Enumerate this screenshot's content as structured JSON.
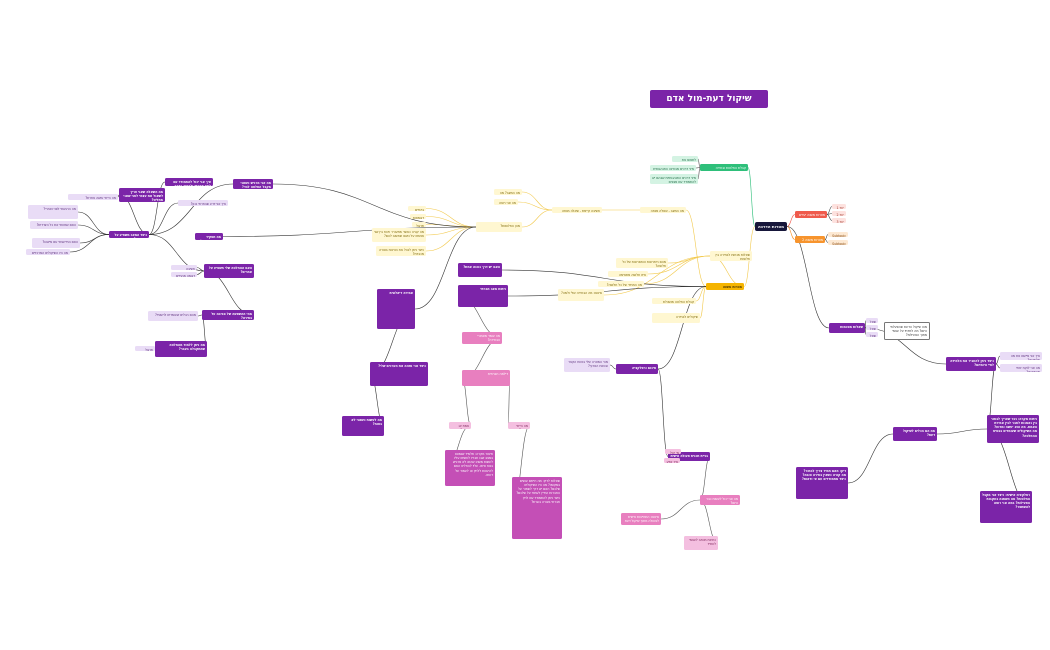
{
  "title": "שיקול דעת-מול אדם",
  "center": "מטרות הדרכה",
  "nodes": [
    {
      "id": "g1",
      "style": "green",
      "text": "קבלת החלטות ובחירה בהתנהגות"
    },
    {
      "id": "g1a",
      "style": "green2",
      "text": "לתפוס את החלטה"
    },
    {
      "id": "g1b",
      "style": "green2",
      "text": "מיני דרכים מבחינה התנהגותית"
    },
    {
      "id": "g1c",
      "style": "green2",
      "text": "מיני דרכים התנהגותיות שבהם יש להתמודד עם מצבים"
    },
    {
      "id": "r1",
      "style": "red",
      "text": "מטרות משנה יעדים"
    },
    {
      "id": "r1a",
      "style": "red2",
      "text": "יעד 1"
    },
    {
      "id": "r1b",
      "style": "red2",
      "text": "יעד 2"
    },
    {
      "id": "r1c",
      "style": "red2",
      "text": "יעד 3"
    },
    {
      "id": "o1",
      "style": "org",
      "text": "מטרות משנה 2"
    },
    {
      "id": "o1a",
      "style": "org2",
      "text": "Subtopic 1"
    },
    {
      "id": "o1b",
      "style": "org2",
      "text": "Subtopic 2"
    },
    {
      "id": "y1",
      "style": "yel",
      "text": "מה המצב - שאלה מנחה"
    },
    {
      "id": "y2",
      "style": "yel",
      "text": "חשיבה קיימת - שאלה מנחה"
    },
    {
      "id": "y3",
      "style": "yel",
      "text": "מה המצב? מה השאלה שמתעוררת?"
    },
    {
      "id": "y4",
      "style": "yel",
      "text": "מה אני רוצה להשיג?"
    },
    {
      "id": "y5",
      "style": "yel",
      "text": "מהן החלופות?"
    },
    {
      "id": "y6",
      "style": "yel",
      "text": "שאלות מנחות לבחירה בין חלופות"
    },
    {
      "id": "y7",
      "style": "yel",
      "text": "מהם היתרונות והחסרונות של כל חלופה?"
    },
    {
      "id": "y8",
      "style": "yel",
      "text": "איזו חלופה מתאימה לערכים שלי?"
    },
    {
      "id": "y9",
      "style": "yel",
      "text": "מה המחיר של כל חלופה?"
    },
    {
      "id": "y10",
      "style": "yel",
      "text": "סיכום: מה הבחירה שלי ולמה?"
    },
    {
      "id": "ygold",
      "style": "gold",
      "text": "מטרות משנה"
    },
    {
      "id": "ygold2",
      "style": "yel",
      "text": "קבלת החלטה מושכלת"
    },
    {
      "id": "ygoldc",
      "style": "yel",
      "text": "שיקולים לבחירה"
    },
    {
      "id": "yl1",
      "style": "yel",
      "text": "ביטויים"
    },
    {
      "id": "yl2",
      "style": "yel",
      "text": "דוגמאות"
    },
    {
      "id": "yl3",
      "style": "yel",
      "text": "תרגול"
    },
    {
      "id": "yl4",
      "style": "yel",
      "text": "מה קורה כאשר מתעורר ויכוח בין שני אנשים על נושא שחשוב להם?"
    },
    {
      "id": "yl5",
      "style": "yel",
      "text": "כיצד ניתן לנהל את הוויכוח בצורה מכבדת?"
    },
    {
      "id": "p1",
      "style": "purple",
      "text": "מה אני מרגיש כשאני מקבל החלטה לבד?"
    },
    {
      "id": "p2",
      "style": "purple",
      "text": "איך אני יכול להתמודד עם לחץ חברתי ולבחור בדרך שלי?"
    },
    {
      "id": "p3",
      "style": "purple",
      "text": "מה השאלה שאני צריך לשאול את עצמי לפני שאני מחליט?"
    },
    {
      "id": "p4",
      "style": "purple",
      "text": "כיצד המצב משפיע על הבחירה?"
    },
    {
      "id": "p5",
      "style": "purple",
      "text": "מה תפקיד הרגשות בקבלת החלטה?"
    },
    {
      "id": "p6",
      "style": "purple",
      "text": "האם ההחלטה שלי תשפיע על אחרים?"
    },
    {
      "id": "p7",
      "style": "purple",
      "text": "מהי ההשפעה של סביבה על בחירה?"
    },
    {
      "id": "p8",
      "style": "purple",
      "text": "מה ניתן ללמוד מהחלטה שהתקבלה בעבר?"
    },
    {
      "id": "p9",
      "style": "purple",
      "text": "כיצד אני מזהה את הערכים שלי?"
    },
    {
      "id": "p10",
      "style": "purple",
      "text": "מה לעשות כשאני לא בטוח?"
    },
    {
      "id": "p11",
      "style": "purple",
      "text": "האם יש דרך נכונה אחת?"
    },
    {
      "id": "p12",
      "style": "purple",
      "text": "ניתוח מצב חברתי"
    },
    {
      "id": "p13",
      "style": "purple",
      "text": "אמירה דיאלוגית"
    },
    {
      "id": "p14",
      "style": "purple",
      "text": "סיכום ורפלקציה"
    },
    {
      "id": "l1",
      "style": "lav",
      "text": "איך אני יודע שבחרתי נכון?"
    },
    {
      "id": "l2",
      "style": "lav",
      "text": "מה הייתי עושה אחרת?"
    },
    {
      "id": "l3",
      "style": "lav",
      "text": "מה הרגשתי לפני ואחרי?"
    },
    {
      "id": "l4",
      "style": "lav",
      "text": "האם שמעתי את כל הצדדים?"
    },
    {
      "id": "l5",
      "style": "lav",
      "text": "האם התייעצתי עם מישהו?"
    },
    {
      "id": "l6",
      "style": "lav",
      "text": "מה היו השיקולים המרכזיים שלי?"
    },
    {
      "id": "l7",
      "style": "lav",
      "text": "חשיבה ביקורתית"
    },
    {
      "id": "l8",
      "style": "lav",
      "text": "דוגמה מהחיים"
    },
    {
      "id": "l9",
      "style": "lav",
      "text": "מהם הכלים שעומדים לרשותי?"
    },
    {
      "id": "l10",
      "style": "lav",
      "text": "תרגול בקבוצות"
    },
    {
      "id": "pk1",
      "style": "pink",
      "text": "מה עומד מאחורי הבחירה?"
    },
    {
      "id": "pk2",
      "style": "pink",
      "text": "דילמה חברתית"
    },
    {
      "id": "pk3",
      "style": "pink2",
      "text": "אמת או חובה?"
    },
    {
      "id": "pk4",
      "style": "pink2",
      "text": "מה הייתי עושה?"
    },
    {
      "id": "mg1",
      "style": "mag",
      "text": "תיאור מקרה: תלמיד שנמצא במצב שבו חבריו לוחצים עליו לעשות משהו שהוא לא מרגיש בנוח איתו. עליו להחליט האם להיענות ללחץ או לעמוד על דעתו."
    },
    {
      "id": "mg2",
      "style": "mag",
      "text": "שאלות לדיון: מה הייתם עושים במקומו? מה היו השיקולים שלכם? האם יש דרך לשמור על החברות ועדיין לעמוד על שלכם? כיצד ניתן להתמודד עם לחץ חברתי בצורה בוגרת?"
    },
    {
      "id": "c1",
      "style": "purple",
      "text": "בניית תכנית פעולה אישית"
    },
    {
      "id": "c2",
      "style": "lav",
      "text": "מהי המטרה שלי בטווח הקצר ובטווח הארוך?"
    },
    {
      "id": "c3",
      "style": "pink",
      "text": "מה אני יכול לעשות כבר היום?"
    },
    {
      "id": "c4",
      "style": "pink2",
      "text": "מי יכול לעזור לי?"
    },
    {
      "id": "c5",
      "style": "pink2",
      "text": "איך אדע שהצלחתי?"
    },
    {
      "id": "c6",
      "style": "pink",
      "text": "סיכום: התחייבות אישית לפעולה מתוך שיקול דעת"
    },
    {
      "id": "c7",
      "style": "pink2",
      "text": "כתיבת מכתב לעצמי לעתיד"
    },
    {
      "id": "r2",
      "style": "purple",
      "text": "שאלות מסכמות"
    },
    {
      "id": "r2a",
      "style": "lav",
      "text": "שאלה 1"
    },
    {
      "id": "r2b",
      "style": "lav",
      "text": "שאלה 2"
    },
    {
      "id": "r2c",
      "style": "lav",
      "text": "שאלה 3"
    },
    {
      "id": "r2w",
      "style": "white",
      "text": "מהו שיקול הדעת שהפעלתי היום? מה למדתי על עצמי מתוך הפעילות?"
    },
    {
      "id": "r3",
      "style": "purple",
      "text": "כיצד ניתן להעביר את הלמידה לחיי היומיום?"
    },
    {
      "id": "r3a",
      "style": "lav",
      "text": "איך אני מיישם את מה שלמדתי?"
    },
    {
      "id": "r3b",
      "style": "lav",
      "text": "מה אני לוקח איתי מהמפגש?"
    },
    {
      "id": "r4",
      "style": "purple",
      "text": "מה הם הכלים לשיקול דעת?"
    },
    {
      "id": "r5",
      "style": "purple",
      "text": "ניתוח מקרה: נער שצריך לבחור בין נאמנות לחבר לבין אמירת האמת. מה הוא יעשה ומדוע? מה השיקולים שעומדים בבסיס ההחלטה?"
    },
    {
      "id": "r6",
      "style": "purple",
      "text": "דיון: האם תמיד צריך לבחור? מה קורה כשאין בחירה טובה? כיצד מתמודדים עם אי ודאות?"
    },
    {
      "id": "r7",
      "style": "purple",
      "text": "רפלקציה אישית: כיצד אני מקבל החלטות? מה השתנה בעקבות הפעילות? במה אני רוצה להשתפר?"
    }
  ]
}
